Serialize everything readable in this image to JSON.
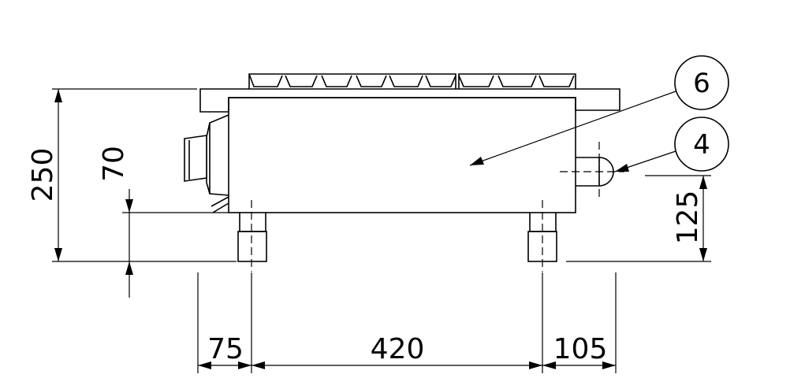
{
  "dimensions": {
    "total_height": "250",
    "burner_height": "70",
    "side_height": "125",
    "left_offset": "75",
    "leg_span": "420",
    "right_offset": "105"
  },
  "callouts": {
    "balloon_top": "6",
    "balloon_bottom": "4"
  }
}
